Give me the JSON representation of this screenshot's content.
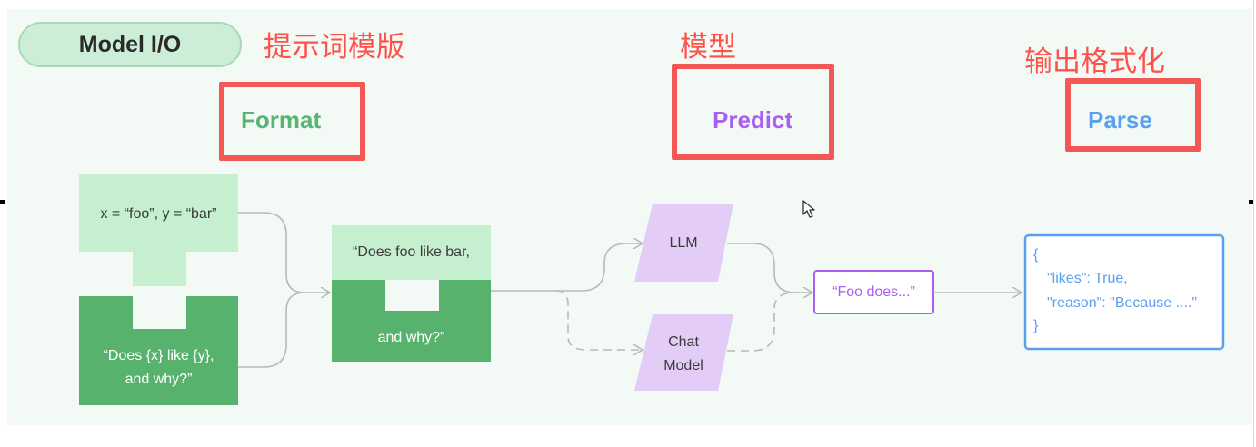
{
  "title": "Model I/O",
  "annotations": {
    "format_cn": "提示词模版",
    "predict_cn": "模型",
    "parse_cn": "输出格式化"
  },
  "stages": {
    "format": "Format",
    "predict": "Predict",
    "parse": "Parse"
  },
  "format_flow": {
    "variables": "x = “foo”, y = “bar”",
    "template_line1": "“Does {x} like {y},",
    "template_line2": "and why?”",
    "prompt_line1": "“Does foo like bar,",
    "prompt_line2": "and why?”"
  },
  "models": {
    "llm": "LLM",
    "chat_line1": "Chat",
    "chat_line2": "Model"
  },
  "output": "“Foo does...”",
  "parsed": {
    "open": "{",
    "line1": "\"likes\": True,",
    "line2": "\"reason\": \"Because ....\"",
    "close": "}"
  },
  "colors": {
    "format": "#55b571",
    "predict": "#a95ff0",
    "parse": "#5aa0f2",
    "annotation": "#ff5149",
    "light_green": "#c6efcf",
    "dark_green": "#57b26d",
    "lavender": "#e3cdf6"
  }
}
